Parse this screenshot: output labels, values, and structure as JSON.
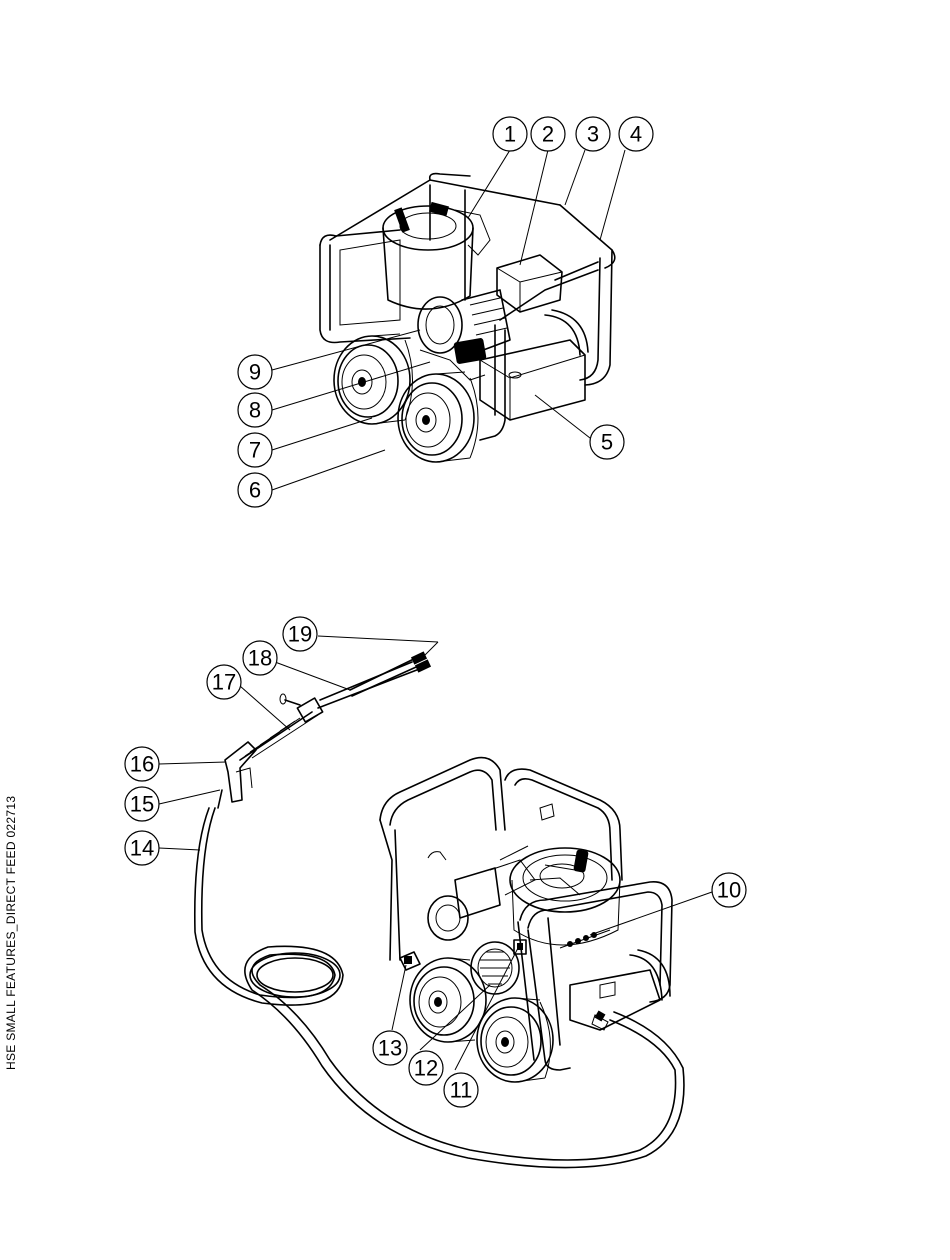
{
  "side_label": "HSE SMALL FEATURES_DIRECT FEED 022713",
  "callouts": [
    {
      "label": "1"
    },
    {
      "label": "2"
    },
    {
      "label": "3"
    },
    {
      "label": "4"
    },
    {
      "label": "5"
    },
    {
      "label": "6"
    },
    {
      "label": "7"
    },
    {
      "label": "8"
    },
    {
      "label": "9"
    },
    {
      "label": "10"
    },
    {
      "label": "11"
    },
    {
      "label": "12"
    },
    {
      "label": "13"
    },
    {
      "label": "14"
    },
    {
      "label": "15"
    },
    {
      "label": "16"
    },
    {
      "label": "17"
    },
    {
      "label": "18"
    },
    {
      "label": "19"
    }
  ]
}
